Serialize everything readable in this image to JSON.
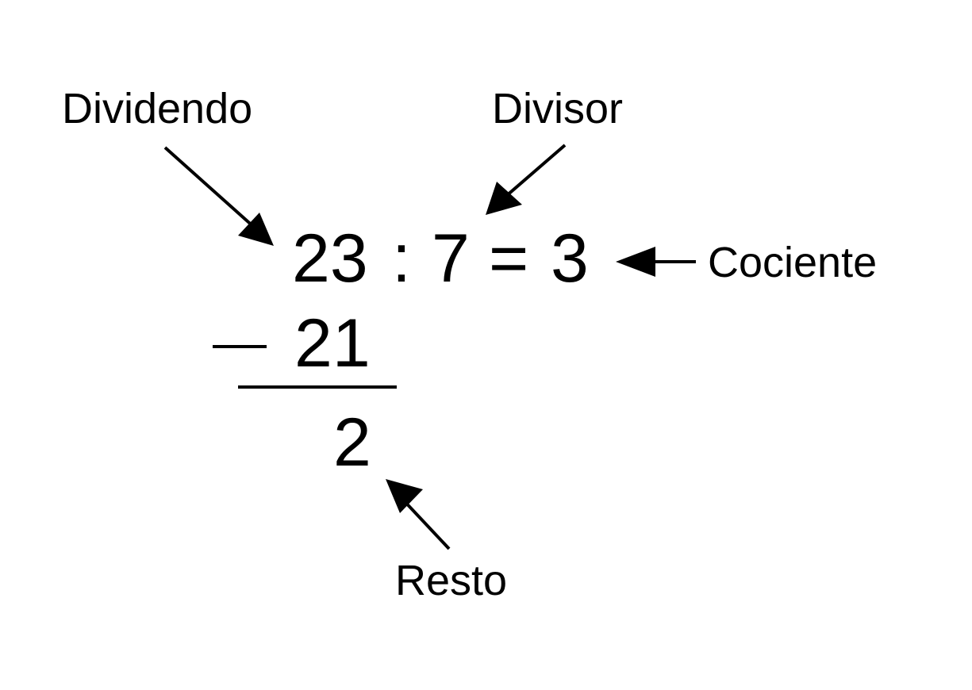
{
  "labels": {
    "dividend": "Dividendo",
    "divisor": "Divisor",
    "quotient": "Cociente",
    "remainder": "Resto"
  },
  "equation": {
    "dividend": "23",
    "division_sign": ":",
    "divisor": "7",
    "equals_sign": "=",
    "quotient": "3"
  },
  "subtraction": {
    "minus_sign": "−",
    "subtrahend": "21",
    "remainder": "2"
  },
  "colors": {
    "ink": "#000000",
    "background": "#ffffff"
  }
}
